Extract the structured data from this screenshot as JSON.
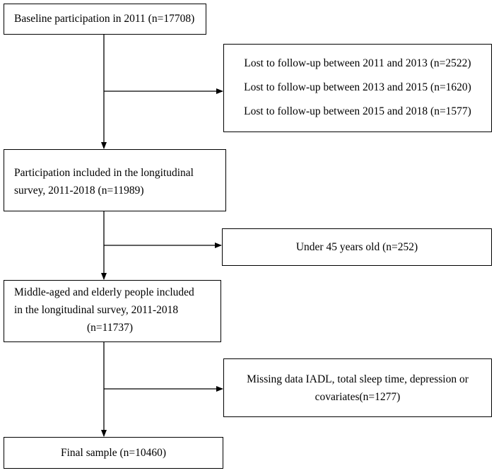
{
  "baseline": {
    "text": "Baseline participation in 2011 (n=17708)"
  },
  "lost_followup": {
    "lines": [
      "Lost to follow-up between 2011 and 2013 (n=2522)",
      "Lost to follow-up between 2013 and 2015 (n=1620)",
      "Lost to follow-up between 2015 and 2018 (n=1577)"
    ]
  },
  "participation": {
    "lines": [
      "Participation included in the longitudinal",
      "survey, 2011-2018 (n=11989)"
    ]
  },
  "under45": {
    "text": "Under 45 years old (n=252)"
  },
  "middle_aged": {
    "lines": [
      "Middle-aged and elderly people included",
      "in the longitudinal survey, 2011-2018",
      "(n=11737)"
    ]
  },
  "missing": {
    "lines": [
      "Missing data IADL, total sleep time, depression or",
      "covariates(n=1277)"
    ]
  },
  "final": {
    "text": "Final sample (n=10460)"
  }
}
